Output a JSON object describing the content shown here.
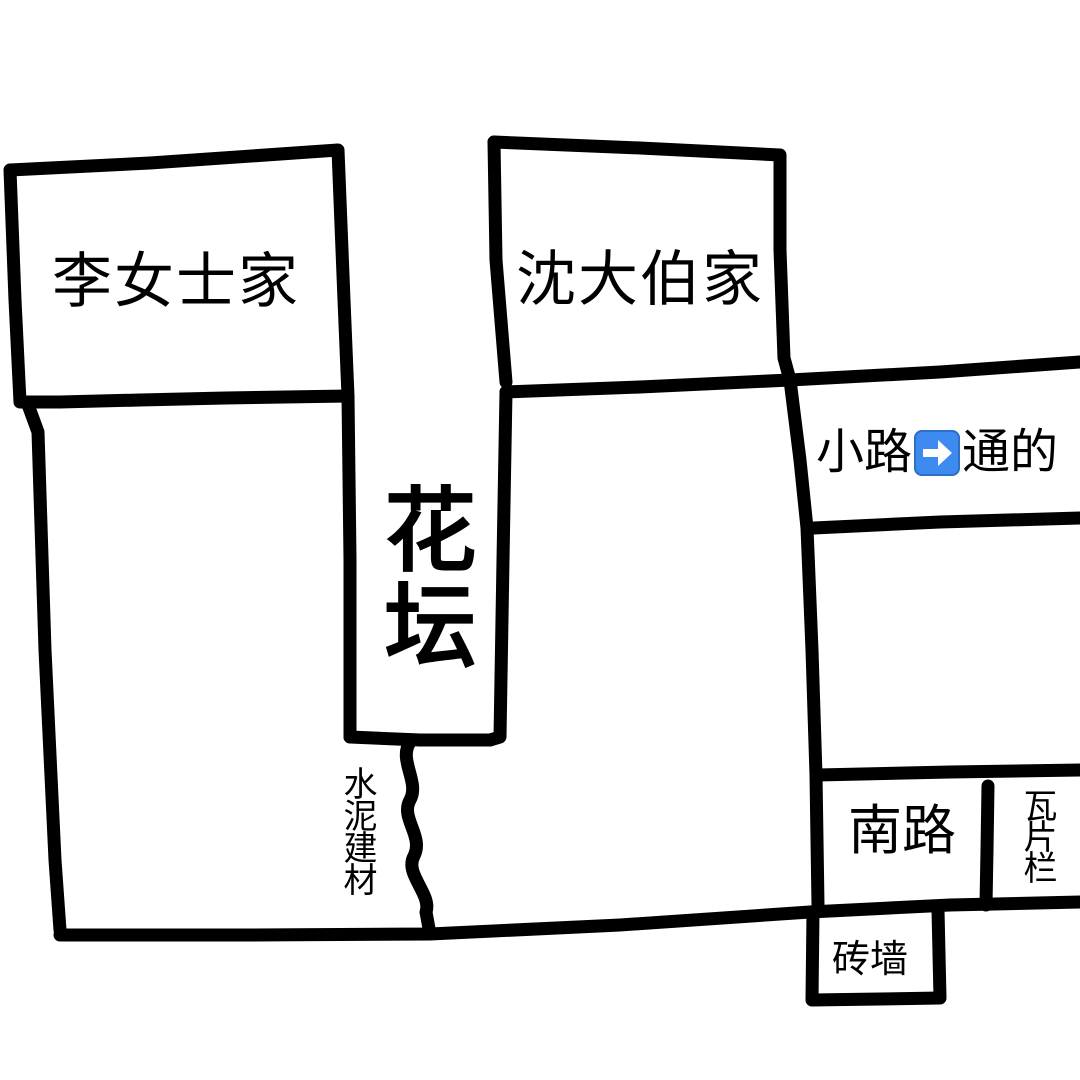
{
  "map": {
    "li_house": "李女士家",
    "shen_house": "沈大伯家",
    "flower_bed": "花坛",
    "path_prefix": "小路",
    "path_suffix": "通的",
    "path_arrow_icon": "right-arrow-emoji-icon",
    "cement_materials": "水泥建材",
    "south_road": "南路",
    "tile_fence": "瓦片栏",
    "brick_wall": "砖墙"
  },
  "colors": {
    "ink": "#000000",
    "background": "#ffffff",
    "arrow_icon": "#3d8bf0"
  }
}
